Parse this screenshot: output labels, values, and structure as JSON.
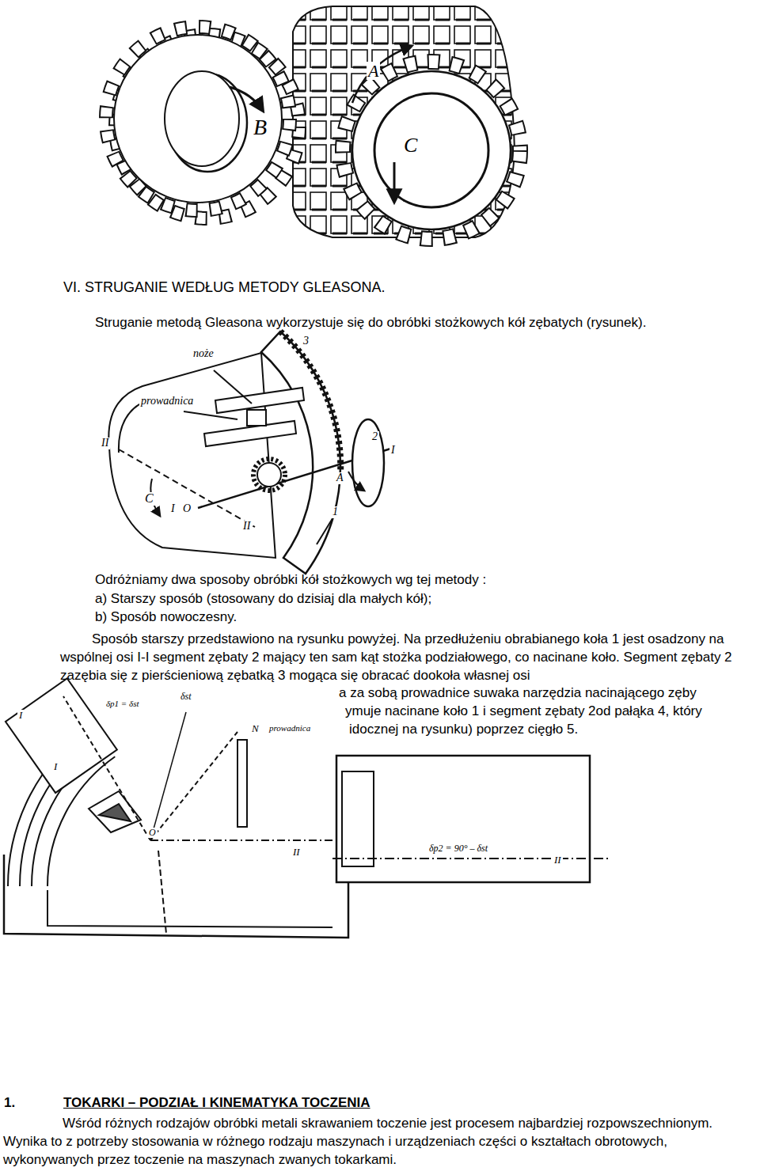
{
  "diagram": {
    "title": "VI. STRUGANIE WEDŁUG METODY GLEASONA.",
    "labels": [
      "B",
      "A",
      "C",
      "Struganie metodą Gleasona wykorzystuje się do obróbki stożkowych kół zębatych (rysunek).",
      "noże",
      "prowadnica",
      "3",
      "2",
      "I",
      "II",
      "A",
      "C",
      "I",
      "O",
      "II",
      "1",
      "Odróżniamy dwa sposoby obróbki kół stożkowych wg tej metody :",
      "a) Starszy sposób (stosowany do dzisiaj dla małych kół);",
      "b) Sposób nowoczesny.",
      "Sposób starszy przedstawiono na rysunku powyżej. Na przedłużeniu obrabianego koła 1 jest osadzony na wspólnej osi I-I segment zębaty 2 mający ten sam kąt stożka podziałowego, co nacinane koło. Segment zębaty 2 zazębia się z pierścieniową zębatką 3 mogąca się obracać dookoła własnej osi",
      "a za sobą prowadnice suwaka narzędzia nacinającego zęby",
      "ymuje nacinane koło 1 i segment zębaty 2od pałąka 4, który",
      "idocznej na rysunku) poprzez cięgło 5.",
      "I",
      "I",
      "δp1 = δst",
      "δst",
      "N",
      "prowadnica",
      "O",
      "II",
      "δp2 = 90° – δst",
      "II",
      "1.",
      "TOKARKI – PODZIAŁ I KINEMATYKA TOCZENIA",
      "Wśród różnych rodzajów obróbki metali skrawaniem toczenie jest procesem najbardziej rozpowszechnionym. Wynika to z potrzeby stosowania w różnego rodzaju maszynach i urządzeniach części o kształtach obrotowych, wykonywanych przez toczenie na maszynach zwanych tokarkami."
    ]
  }
}
